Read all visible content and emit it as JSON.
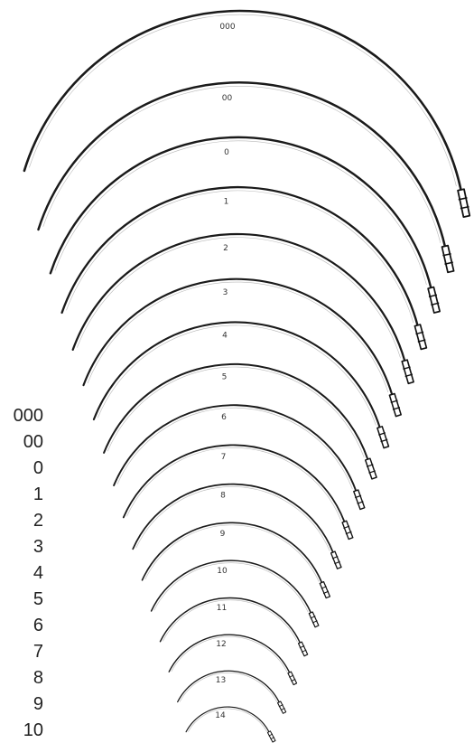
{
  "diagram": {
    "needles": [
      {
        "label": "000"
      },
      {
        "label": "00"
      },
      {
        "label": "0"
      },
      {
        "label": "1"
      },
      {
        "label": "2"
      },
      {
        "label": "3"
      },
      {
        "label": "4"
      },
      {
        "label": "5"
      },
      {
        "label": "6"
      },
      {
        "label": "7"
      },
      {
        "label": "8"
      },
      {
        "label": "9"
      },
      {
        "label": "10"
      },
      {
        "label": "11"
      },
      {
        "label": "12"
      },
      {
        "label": "13"
      },
      {
        "label": "14"
      }
    ],
    "side_labels": [
      "000",
      "00",
      "0",
      "1",
      "2",
      "3",
      "4",
      "5",
      "6",
      "7",
      "8",
      "9",
      "10"
    ],
    "colors": {
      "background": "#ffffff",
      "needle": "#1a1a1a",
      "text": "#222222"
    }
  }
}
